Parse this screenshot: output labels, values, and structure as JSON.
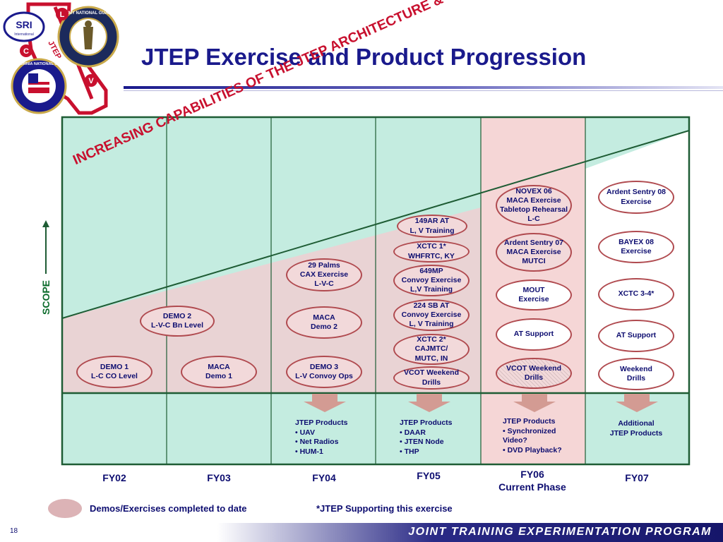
{
  "title": "JTEP Exercise and Product  Progression",
  "logos": {
    "sri_text": "SRI",
    "sri_sub": "International",
    "army_guard_text": "ARMY NATIONAL GUARD",
    "ca_guard_text": "CALIFORNIA NATIONAL GUARD",
    "jtep_text": "JTEP",
    "l_letter": "L",
    "c_letter": "C",
    "v_letter": "V"
  },
  "diagonal_label": "INCREASING CAPABILITIES OF THE JTEP ARCHITECTURE & TESTBED",
  "scope_label": "SCOPE",
  "fiscal_years": [
    {
      "label": "FY02"
    },
    {
      "label": "FY03"
    },
    {
      "label": "FY04"
    },
    {
      "label": "FY05"
    },
    {
      "label": "FY06\nCurrent Phase"
    },
    {
      "label": "FY07"
    }
  ],
  "exercises": {
    "fy02": [
      "DEMO 1\nL-C CO Level",
      "DEMO 2\nL-V-C Bn Level"
    ],
    "fy03": [
      "MACA\nDemo 1"
    ],
    "fy04": [
      "29 Palms\nCAX Exercise\nL-V-C",
      "MACA\nDemo 2",
      "DEMO 3\nL-V Convoy Ops"
    ],
    "fy05": [
      "149AR AT\nL, V Training",
      "XCTC 1*\nWHFRTC, KY",
      "649MP\nConvoy Exercise\nL,V Training",
      "224 SB AT\nConvoy Exercise\nL, V Training",
      "XCTC 2*\nCAJMTC/\nMUTC, IN",
      "VCOT Weekend\nDrills"
    ],
    "fy06": [
      "NOVEX 06\nMACA Exercise\nTabletop Rehearsal\nL-C",
      "Ardent Sentry 07\nMACA Exercise\nMUTCI",
      "MOUT\nExercise",
      "AT Support",
      "VCOT Weekend\nDrills"
    ],
    "fy07": [
      "Ardent Sentry 08\nExercise",
      "BAYEX 08\nExercise",
      "XCTC 3-4*",
      "AT Support",
      "Weekend\nDrills"
    ]
  },
  "products": {
    "fy04": "JTEP Products\n• UAV\n• Net Radios\n• HUM-1",
    "fy05": "JTEP Products\n• DAAR\n• JTEN Node\n• THP",
    "fy06": "JTEP Products\n• Synchronized\n   Video?\n• DVD Playback?",
    "fy07": "Additional\nJTEP Products"
  },
  "legend": {
    "completed": "Demos/Exercises completed to date",
    "note": "*JTEP Supporting this exercise"
  },
  "footer": {
    "page_number": "18",
    "program": "JOINT TRAINING EXPERIMENTATION PROGRAM"
  },
  "colors": {
    "teal_cell": "#c4ece0",
    "completed_cell": "#e9d3d4",
    "fy06_column": "#f5d6d6",
    "grid_green": "#1e5c34",
    "title_blue": "#1a1a8c",
    "diagonal_red": "#c8102e",
    "ellipse_border": "#b04a4f",
    "ellipse_fill": "#f2d9da",
    "arrow_fill": "#d39b93"
  }
}
